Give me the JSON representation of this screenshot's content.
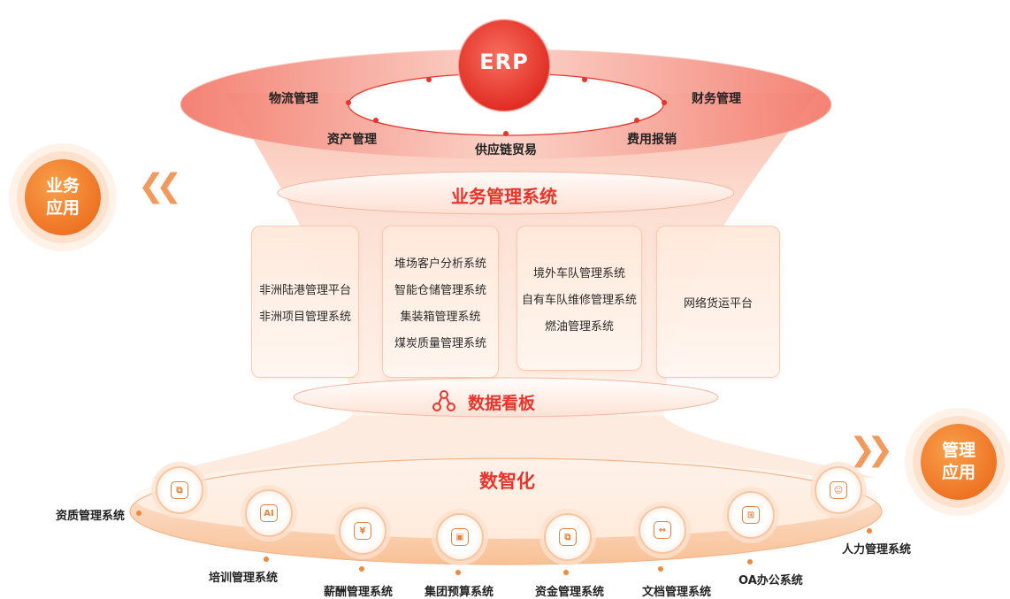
{
  "erp": {
    "title": "ERP",
    "modules": {
      "logistics": "物流管理",
      "finance": "财务管理",
      "assets": "资产管理",
      "supply_chain": "供应链贸易",
      "expense": "费用报销"
    }
  },
  "business_system_title": "业务管理系统",
  "business_cards": [
    {
      "items": [
        "非洲陆港管理平台",
        "非洲项目管理系统"
      ]
    },
    {
      "items": [
        "堆场客户分析系统",
        "智能仓储管理系统",
        "集装箱管理系统",
        "煤炭质量管理系统"
      ]
    },
    {
      "items": [
        "境外车队管理系统",
        "自有车队维修管理系统",
        "燃油管理系统"
      ]
    },
    {
      "items": [
        "网络货运平台"
      ]
    }
  ],
  "dashboard_title": "数据看板",
  "digital_title": "数智化",
  "digital_systems": [
    {
      "label": "资质管理系统",
      "icon": "copy-icon"
    },
    {
      "label": "培训管理系统",
      "icon": "ai-icon"
    },
    {
      "label": "薪酬管理系统",
      "icon": "money-icon"
    },
    {
      "label": "集团预算系统",
      "icon": "budget-icon"
    },
    {
      "label": "资金管理系统",
      "icon": "copy-icon"
    },
    {
      "label": "文档管理系统",
      "icon": "document-icon"
    },
    {
      "label": "OA办公系统",
      "icon": "office-icon"
    },
    {
      "label": "人力管理系统",
      "icon": "user-scan-icon"
    }
  ],
  "left_bubble": {
    "line1": "业务",
    "line2": "应用"
  },
  "right_bubble": {
    "line1": "管理",
    "line2": "应用"
  },
  "colors": {
    "accent_red": "#e8352c",
    "accent_orange": "#ee7424",
    "card_bg": "#fff1e8"
  }
}
